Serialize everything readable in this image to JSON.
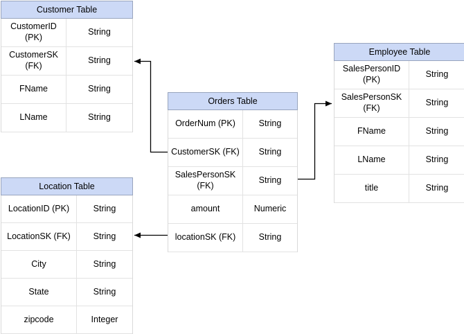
{
  "diagram": {
    "tables": {
      "customer": {
        "title": "Customer Table",
        "rows": [
          {
            "field": "CustomerID (PK)",
            "type": "String"
          },
          {
            "field": "CustomerSK\n(FK)",
            "type": "String"
          },
          {
            "field": "FName",
            "type": "String"
          },
          {
            "field": "LName",
            "type": "String"
          }
        ]
      },
      "orders": {
        "title": "Orders Table",
        "rows": [
          {
            "field": "OrderNum (PK)",
            "type": "String"
          },
          {
            "field": "CustomerSK (FK)",
            "type": "String"
          },
          {
            "field": "SalesPersonSK\n(FK)",
            "type": "String"
          },
          {
            "field": "amount",
            "type": "Numeric"
          },
          {
            "field": "locationSK (FK)",
            "type": "String"
          }
        ]
      },
      "employee": {
        "title": "Employee Table",
        "rows": [
          {
            "field": "SalesPersonID (PK)",
            "type": "String"
          },
          {
            "field": "SalesPersonSK\n(FK)",
            "type": "String"
          },
          {
            "field": "FName",
            "type": "String"
          },
          {
            "field": "LName",
            "type": "String"
          },
          {
            "field": "title",
            "type": "String"
          }
        ]
      },
      "location": {
        "title": "Location Table",
        "rows": [
          {
            "field": "LocationID (PK)",
            "type": "String"
          },
          {
            "field": "LocationSK (FK)",
            "type": "String"
          },
          {
            "field": "City",
            "type": "String"
          },
          {
            "field": "State",
            "type": "String"
          },
          {
            "field": "zipcode",
            "type": "Integer"
          }
        ]
      }
    },
    "relationships": [
      {
        "from": "Orders Table.CustomerSK (FK)",
        "to": "Customer Table.CustomerSK (FK)"
      },
      {
        "from": "Orders Table.SalesPersonSK (FK)",
        "to": "Employee Table.SalesPersonSK (FK)"
      },
      {
        "from": "Orders Table.locationSK (FK)",
        "to": "Location Table.LocationSK (FK)"
      }
    ],
    "colors": {
      "header_fill": "#ccd9f6",
      "header_border": "#98a4bd",
      "grid_line": "#e2e2e2",
      "outer_border": "#d9d9d9",
      "connector": "#000000",
      "background": "#ffffff",
      "text": "#000000"
    }
  }
}
